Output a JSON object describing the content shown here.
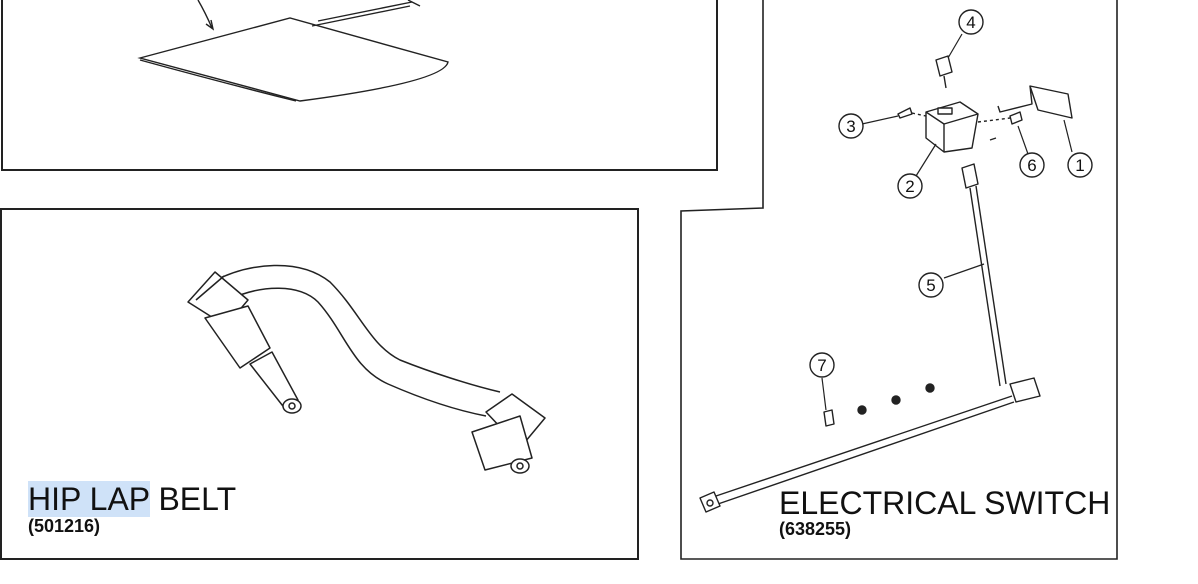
{
  "panels": {
    "hip_lap_belt": {
      "title_highlighted": "HIP LAP",
      "title_rest": " BELT",
      "part_number": "(501216)"
    },
    "electrical_switch": {
      "title": "ELECTRICAL SWITCH",
      "part_number": "(638255)",
      "callouts": [
        "1",
        "2",
        "3",
        "4",
        "5",
        "6",
        "7"
      ]
    }
  },
  "colors": {
    "line": "#111111",
    "highlight": "#cfe2f8",
    "background": "#ffffff"
  }
}
